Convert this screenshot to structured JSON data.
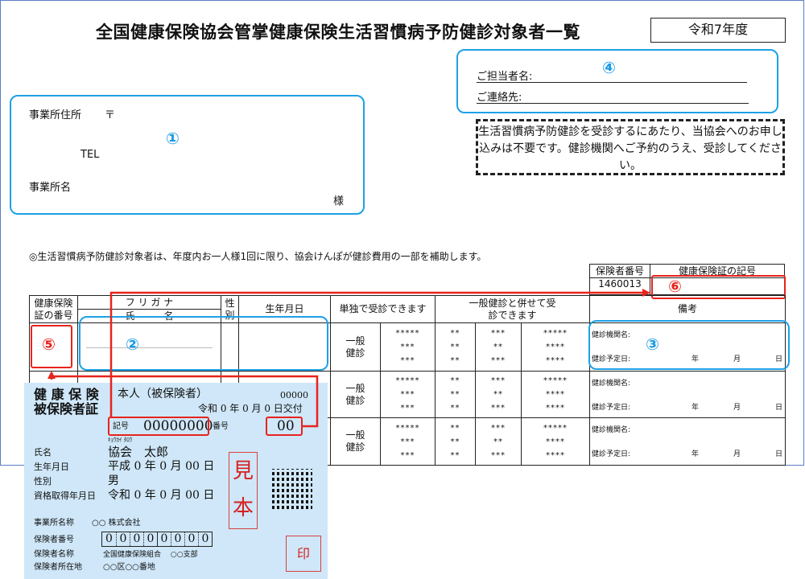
{
  "header": {
    "title": "全国健康保険協会管掌健康保険生活習慣病予防健診対象者一覧",
    "fiscal_year": "令和7年度"
  },
  "office": {
    "address_label": "事業所住所",
    "postal_mark": "〒",
    "tel_label": "TEL",
    "name_label": "事業所名",
    "honorific": "様",
    "marker": "①"
  },
  "contact": {
    "person_label": "ご担当者名:",
    "phone_label": "ご連絡先:",
    "marker": "④"
  },
  "notice": "生活習慣病予防健診を受診するにあたり、当協会へのお申し込みは不要です。健診機関へご予約のうえ、受診してください。",
  "subsidy_note": "◎生活習慣病予防健診対象者は、年度内お一人様1回に限り、協会けんぽが健診費用の一部を補助します。",
  "insurer_box": {
    "insurer_number_label": "保険者番号",
    "insurer_number": "1460013",
    "card_symbol_label": "健康保険証の記号",
    "marker": "⑥"
  },
  "table": {
    "headers": {
      "card_number": "健康保険証の番号",
      "furigana": "フ リ ガ ナ",
      "name": "氏　　　名",
      "sex": "性別",
      "birthdate": "生年月日",
      "single": "単独で受診できます",
      "combined": "一般健診と併せて受診できます",
      "remarks": "備考"
    },
    "exam_label": "一般健診",
    "markers": {
      "card_number": "⑤",
      "name": "②",
      "remarks": "③"
    },
    "rows": [
      {
        "stars": [
          [
            "*****",
            "***",
            "***"
          ],
          [
            "**",
            "**",
            "**"
          ],
          [
            "***",
            "**",
            "***"
          ],
          [
            "*****",
            "****",
            "****"
          ]
        ],
        "facility_label": "健診機関名:",
        "date_label": "健診予定日:",
        "year": "年",
        "month": "月",
        "day": "日"
      },
      {
        "stars": [
          [
            "*****",
            "***",
            "***"
          ],
          [
            "**",
            "**",
            "**"
          ],
          [
            "***",
            "**",
            "***"
          ],
          [
            "*****",
            "****",
            "****"
          ]
        ],
        "facility_label": "健診機関名:",
        "date_label": "健診予定日:",
        "year": "年",
        "month": "月",
        "day": "日"
      },
      {
        "stars": [
          [
            "*****",
            "***",
            "***"
          ],
          [
            "**",
            "**",
            "**"
          ],
          [
            "***",
            "**",
            "***"
          ],
          [
            "*****",
            "****",
            "****"
          ]
        ],
        "facility_label": "健診機関名:",
        "date_label": "健診予定日:",
        "year": "年",
        "month": "月",
        "day": "日"
      }
    ]
  },
  "sample_card": {
    "title_line1": "健 康 保 険",
    "title_line2": "被保険者証",
    "holder_type": "本人（被保険者）",
    "serial": "00000",
    "issued": "令和 0 年 0 月 0 日交付",
    "symbol_label": "記号",
    "symbol": "00000000",
    "number_label": "番号",
    "number": "00",
    "furigana": "ｷｮｳｶｲ  ﾀﾛｳ",
    "name_label": "氏名",
    "name": "協会　太郎",
    "birth_label": "生年月日",
    "birth": "平成 0 年 0 月 00 日",
    "sex_label": "性別",
    "sex": "男",
    "acquired_label": "資格取得年月日",
    "acquired": "令和 0 年 0 月 00 日",
    "office_label": "事業所名称",
    "office": "○○  株式会社",
    "insurer_no_label": "保険者番号",
    "insurer_no_digits": [
      "0",
      "0",
      "0",
      "0",
      "0",
      "0",
      "0",
      "0"
    ],
    "insurer_name_label": "保険者名称",
    "insurer_name": "全国健康保険組合　 ○○支部",
    "insurer_addr_label": "保険者所在地",
    "insurer_addr": "○○区○○番地",
    "sample_stamp": [
      "見",
      "本"
    ],
    "seal": "印"
  },
  "colors": {
    "blue": "#1ea0e6",
    "red": "#e8231c",
    "card_bg": "#cfe7f8"
  }
}
